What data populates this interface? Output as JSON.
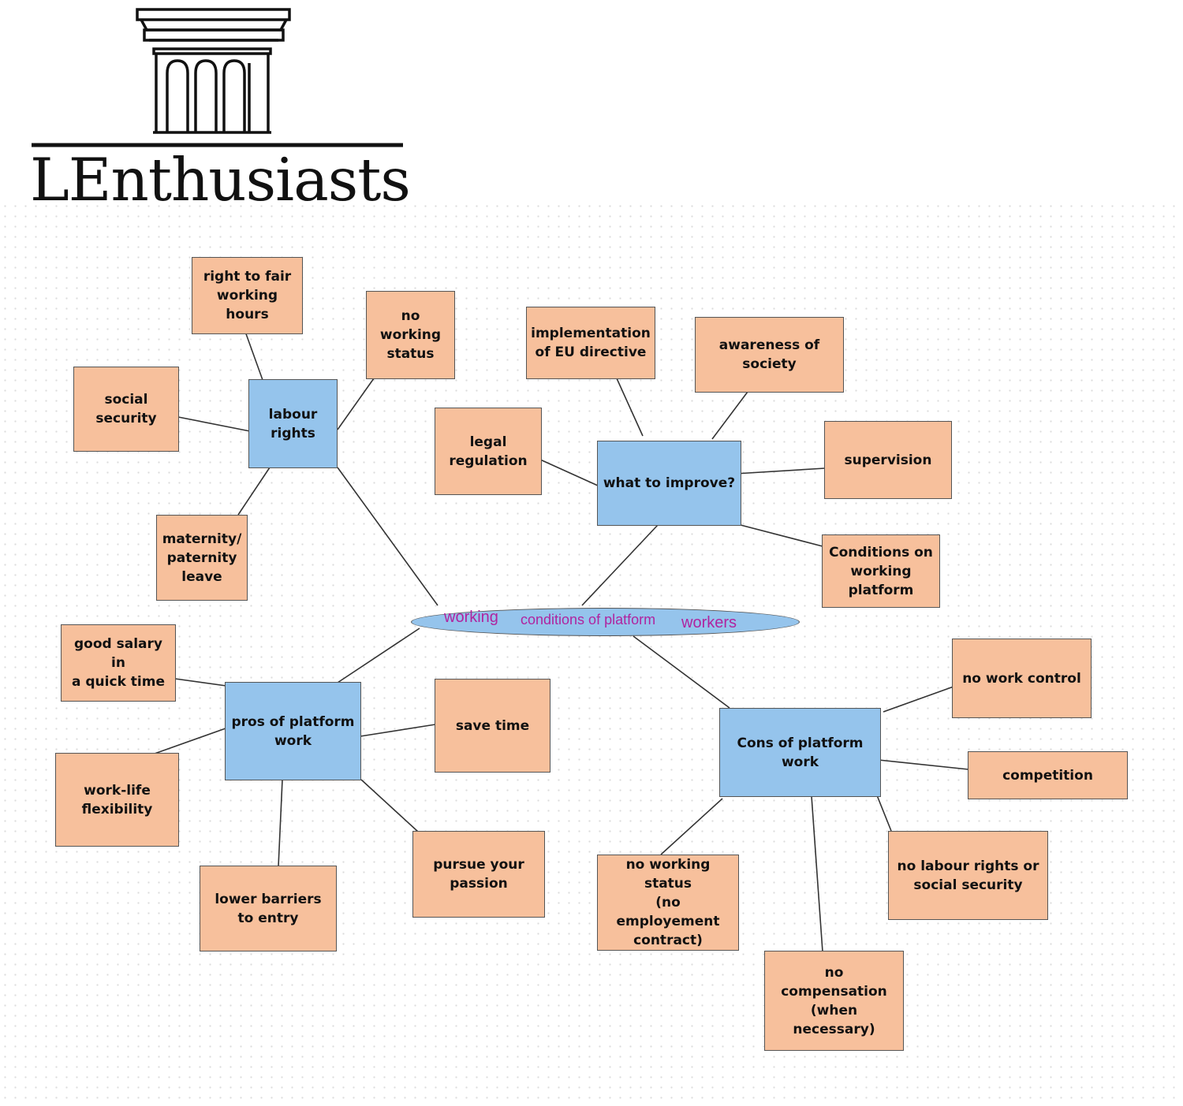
{
  "logo": {
    "wordmark": "LEnthusiasts"
  },
  "center": {
    "word1": "working",
    "word2": "conditions of platform",
    "word3": "workers"
  },
  "hubs": {
    "labour_rights": "labour\nrights",
    "what_to_improve": "what to improve?",
    "pros": "pros of platform\nwork",
    "cons": "Cons of platform\nwork"
  },
  "labour_rights": {
    "fair_hours": "right to fair\nworking hours",
    "no_status": "no working\nstatus",
    "social_security": "social\nsecurity",
    "parental_leave": "maternity/\npaternity\nleave"
  },
  "improve": {
    "eu_directive": "implementation\nof EU directive",
    "awareness": "awareness of\nsociety",
    "legal": "legal\nregulation",
    "supervision": "supervision",
    "conditions": "Conditions on\nworking\nplatform"
  },
  "pros": {
    "salary": "good salary in\na quick time",
    "save_time": "save time",
    "flexibility": "work-life\nflexibility",
    "passion": "pursue your\npassion",
    "barriers": "lower barriers\nto entry"
  },
  "cons": {
    "work_control": "no work control",
    "competition": "competition",
    "labour_rights": "no labour rights or\nsocial security",
    "status": "no working status\n(no employement\ncontract)",
    "compensation": "no compensation\n(when necessary)"
  },
  "colors": {
    "leaf": "#f7c09c",
    "hub": "#95c4ec",
    "center_text": "#b0249f",
    "line": "#333333"
  }
}
